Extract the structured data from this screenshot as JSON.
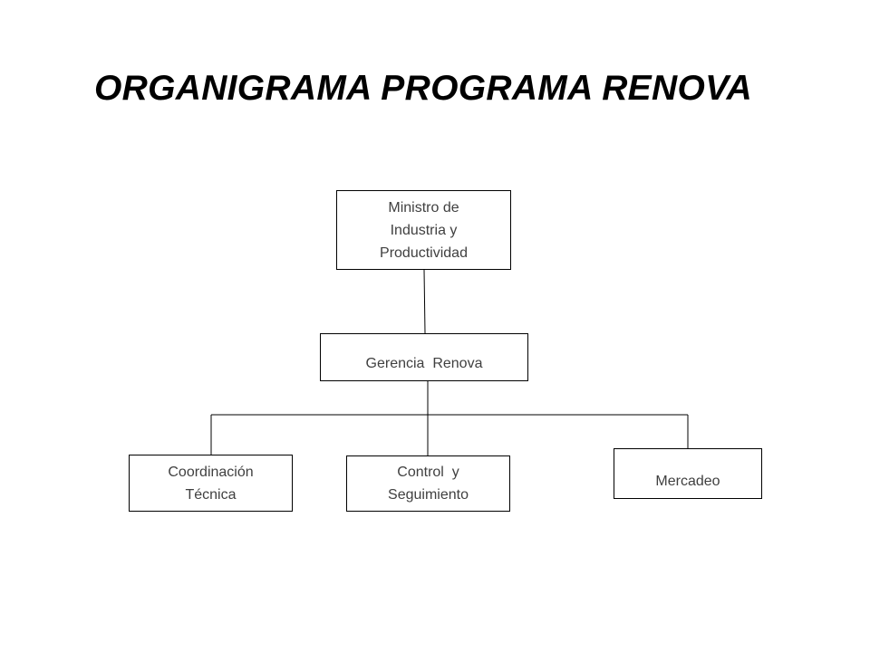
{
  "title": "ORGANIGRAMA PROGRAMA RENOVA",
  "org_chart": {
    "ministro": {
      "lines": [
        "Ministro de",
        "Industria y",
        "Productividad"
      ]
    },
    "gerencia": {
      "lines": [
        "Gerencia  Renova"
      ]
    },
    "coordinacion": {
      "lines": [
        "Coordinación",
        "Técnica"
      ]
    },
    "control": {
      "lines": [
        "Control  y",
        "Seguimiento"
      ]
    },
    "mercadeo": {
      "lines": [
        "Mercadeo"
      ]
    }
  },
  "colors": {
    "title": "#000000",
    "text": "#404040",
    "border": "#000000",
    "background": "#ffffff"
  }
}
